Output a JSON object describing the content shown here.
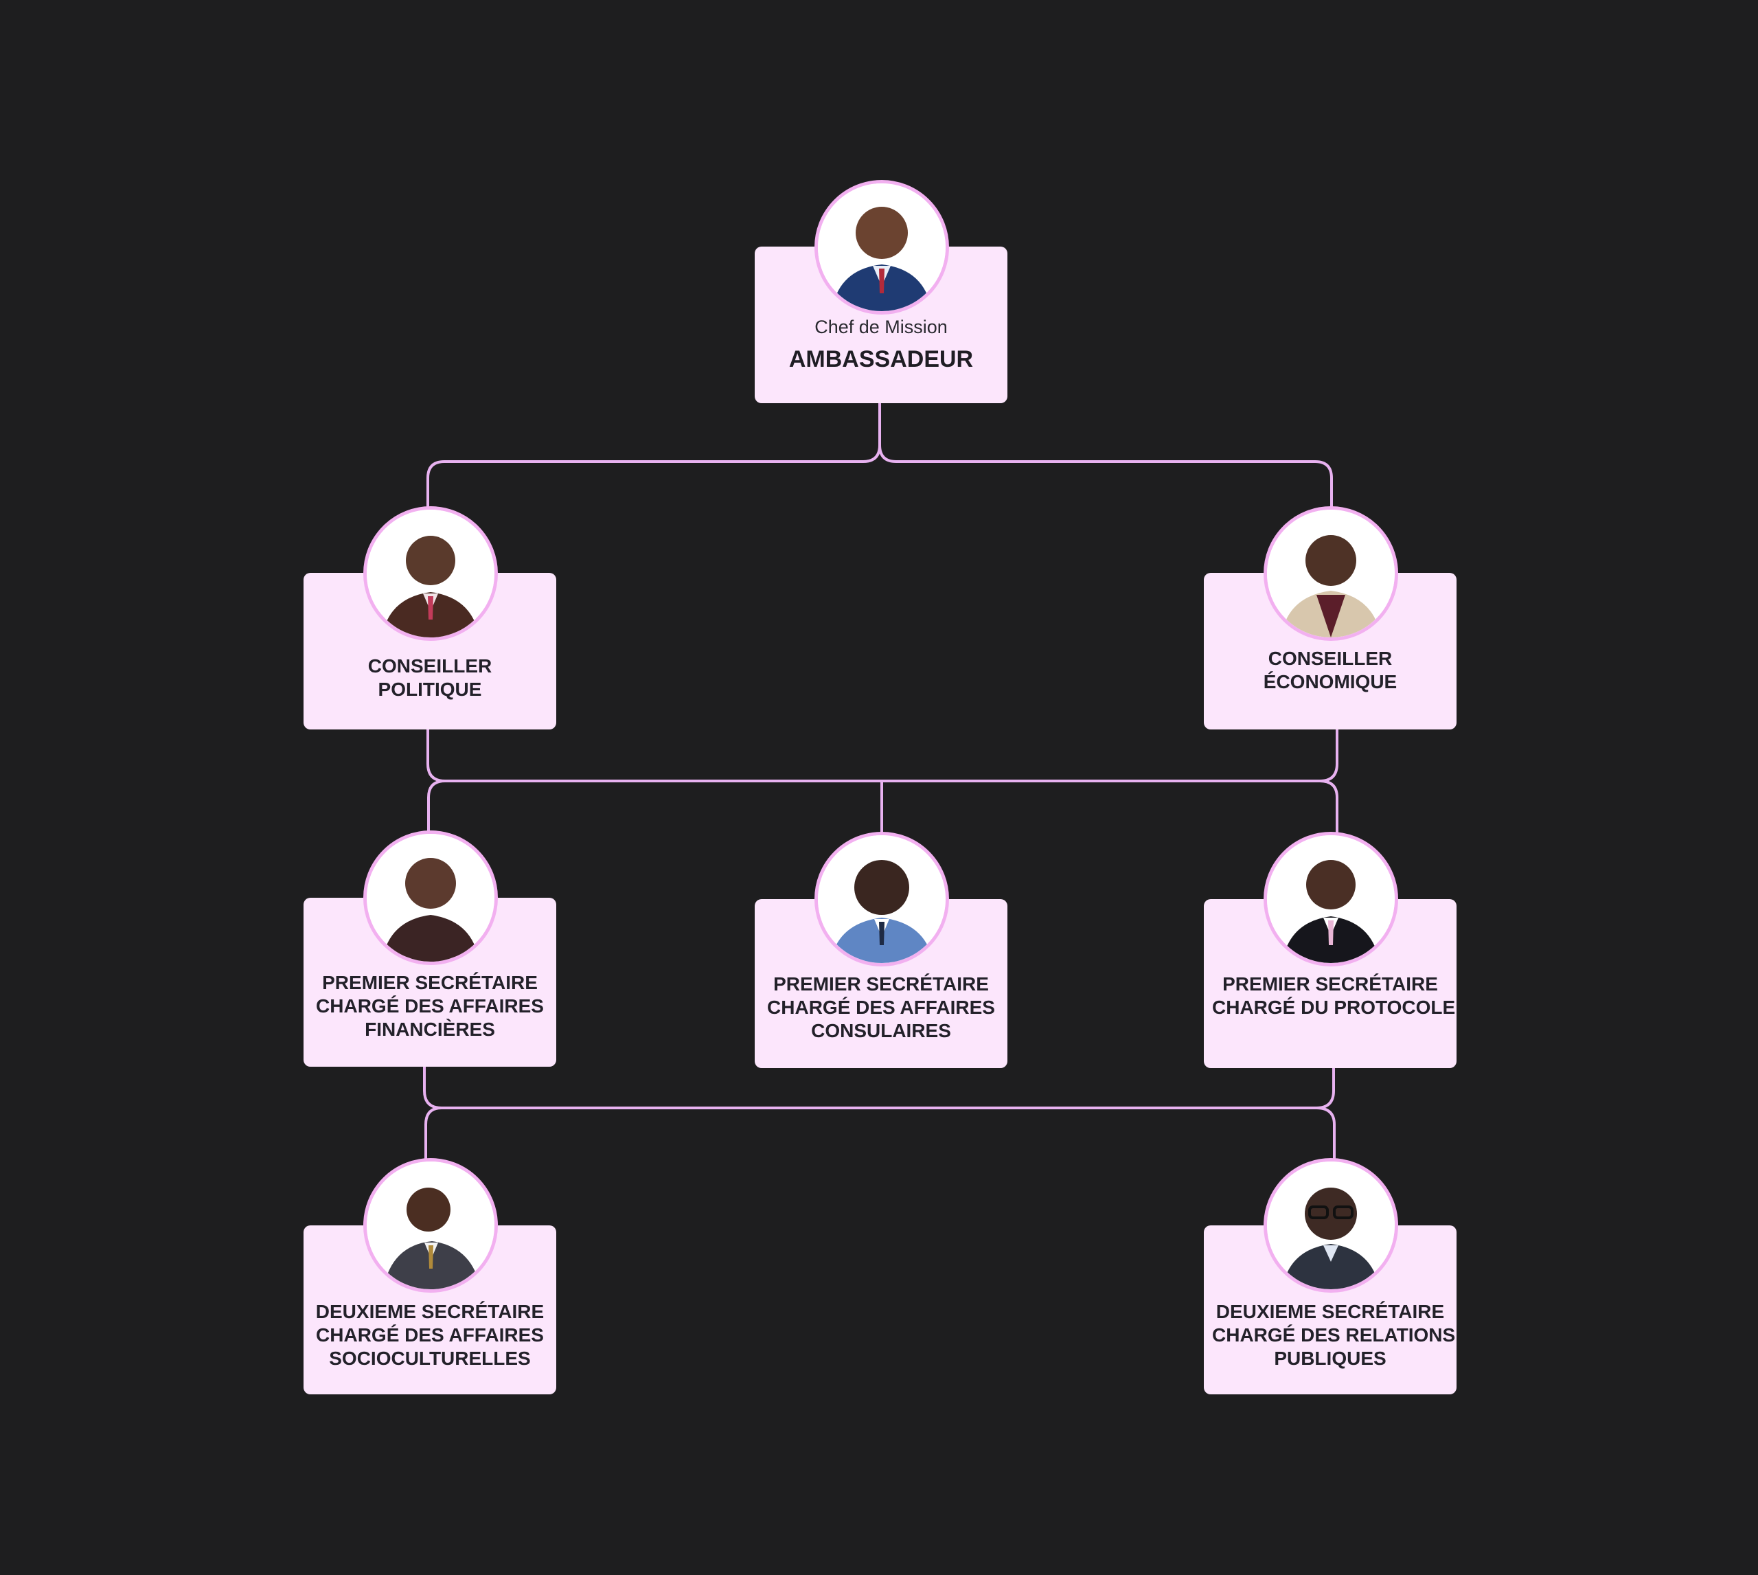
{
  "colors": {
    "background": "#1e1e1f",
    "card": "#fce6fc",
    "ring": "#f2b0f0",
    "connector": "#e8b2f0",
    "text": "#23212a"
  },
  "nodes": {
    "ambassadeur": {
      "subtitle": "Chef de Mission",
      "title": "AMBASSADEUR",
      "photo": "portrait-icon"
    },
    "conseiller_politique": {
      "lines": [
        "CONSEILLER",
        "POLITIQUE"
      ],
      "photo": "portrait-icon"
    },
    "conseiller_economique": {
      "lines": [
        "CONSEILLER",
        "ÉCONOMIQUE"
      ],
      "photo": "portrait-icon"
    },
    "ps_financieres": {
      "lines": [
        "PREMIER SECRÉTAIRE",
        "CHARGÉ DES AFFAIRES",
        "FINANCIÈRES"
      ],
      "photo": "portrait-icon"
    },
    "ps_consulaires": {
      "lines": [
        "PREMIER SECRÉTAIRE",
        "CHARGÉ DES AFFAIRES",
        "CONSULAIRES"
      ],
      "photo": "portrait-icon"
    },
    "ps_protocole": {
      "lines": [
        "PREMIER SECRÉTAIRE",
        "CHARGÉ DU PROTOCOLE"
      ],
      "photo": "portrait-icon"
    },
    "ds_socioculturelles": {
      "lines": [
        "DEUXIEME SECRÉTAIRE",
        "CHARGÉ DES AFFAIRES",
        "SOCIOCULTURELLES"
      ],
      "photo": "portrait-icon"
    },
    "ds_relations": {
      "lines": [
        "DEUXIEME SECRÉTAIRE",
        "CHARGÉ DES RELATIONS",
        "PUBLIQUES"
      ],
      "photo": "portrait-icon"
    }
  }
}
